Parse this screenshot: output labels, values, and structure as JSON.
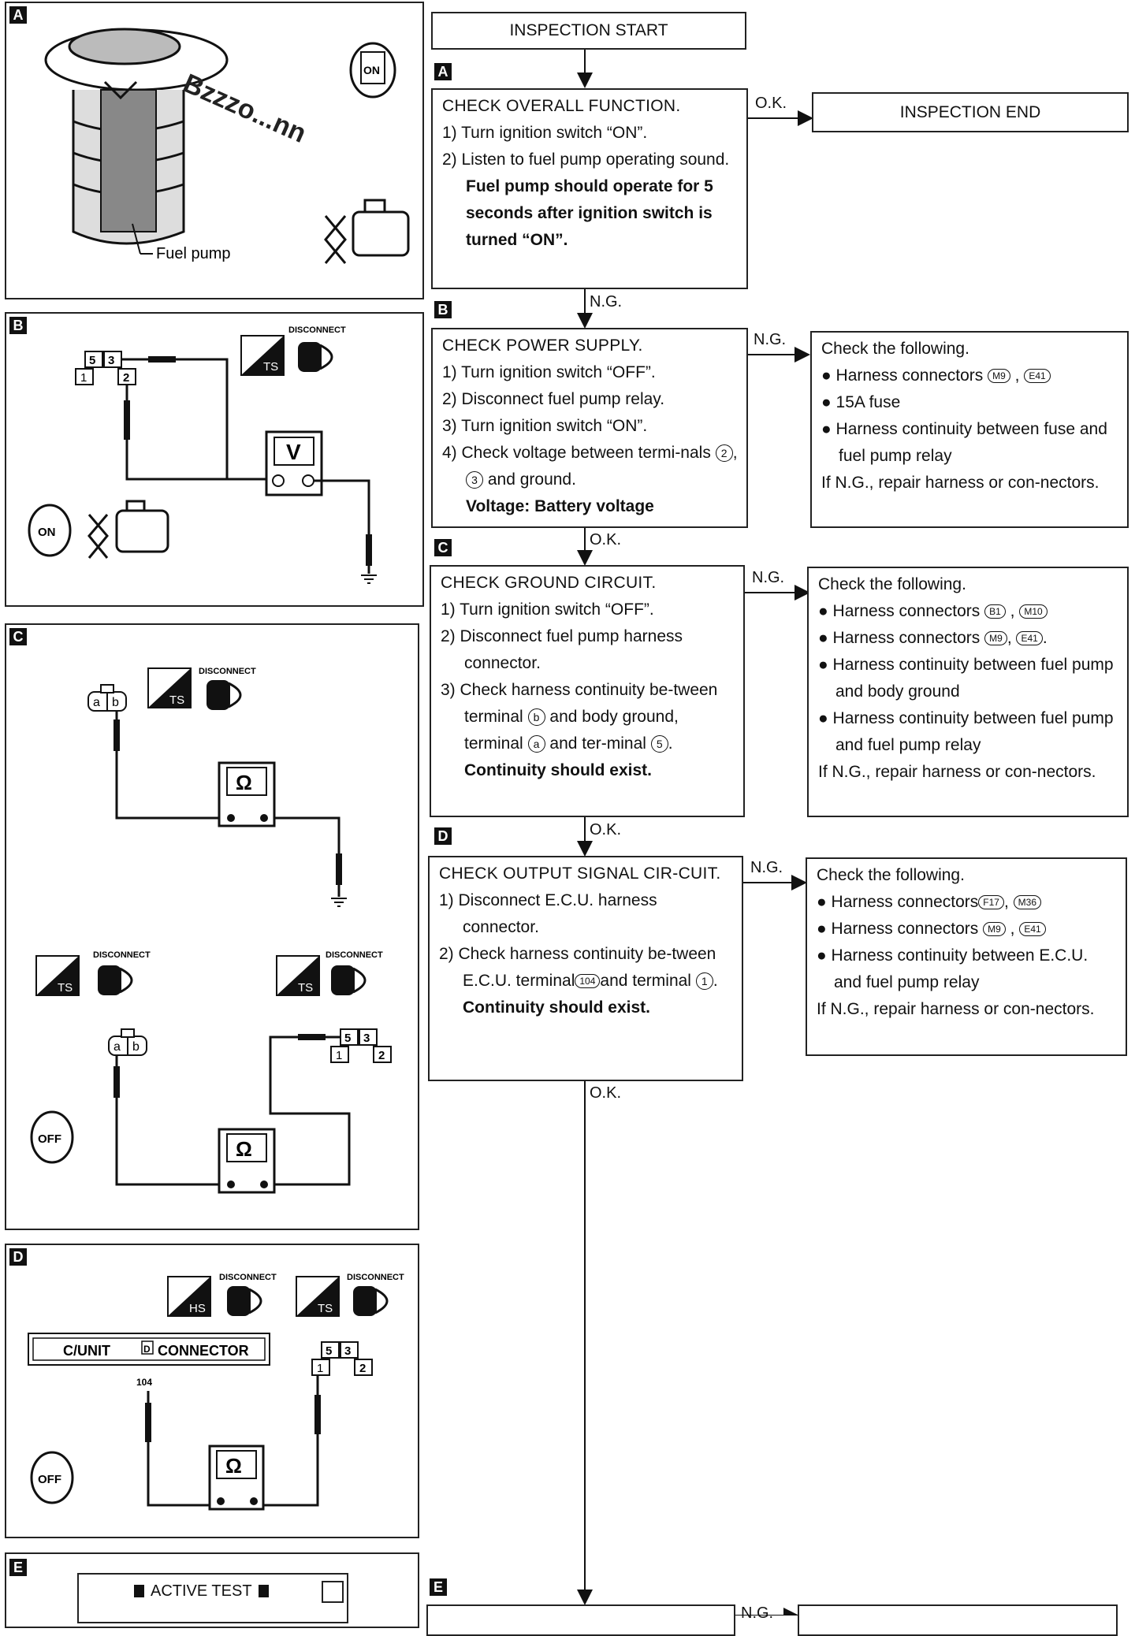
{
  "panels": {
    "A": {
      "tag": "A",
      "fuel_pump_label": "Fuel pump",
      "sound_text": "Bzzzo...nn",
      "key_label": "ON"
    },
    "B": {
      "tag": "B",
      "disconnect_label": "DISCONNECT",
      "ts_label": "TS",
      "meter_label": "V",
      "key_label": "ON",
      "relay_pins": [
        "5",
        "3",
        "1",
        "2"
      ]
    },
    "C": {
      "tag": "C",
      "disconnect_label": "DISCONNECT",
      "ts_label": "TS",
      "meter_label": "Ω",
      "key_label": "OFF",
      "connector_pins": [
        "a",
        "b"
      ],
      "relay_pins": [
        "5",
        "3",
        "1",
        "2"
      ]
    },
    "D": {
      "tag": "D",
      "disconnect_label": "DISCONNECT",
      "hs_label": "HS",
      "ts_label": "TS",
      "meter_label": "Ω",
      "key_label": "OFF",
      "cunit_label": "C/UNIT",
      "d_label": "D",
      "connector_label": "CONNECTOR",
      "terminal_label": "104",
      "relay_pins": [
        "5",
        "3",
        "1",
        "2"
      ]
    },
    "E": {
      "tag": "E",
      "active_test_label": "ACTIVE TEST"
    }
  },
  "flow": {
    "start": "INSPECTION START",
    "end": "INSPECTION END",
    "ok": "O.K.",
    "ng": "N.G.",
    "step_a": {
      "tag": "A",
      "title": "CHECK OVERALL FUNCTION.",
      "s1": "1) Turn ignition switch “ON”.",
      "s2": "2) Listen to fuel pump operating sound.",
      "bold": "Fuel pump should operate for 5 seconds after ignition switch is turned “ON”."
    },
    "step_b": {
      "tag": "B",
      "title": "CHECK POWER SUPPLY.",
      "s1": "1) Turn ignition switch “OFF”.",
      "s2": "2) Disconnect fuel pump relay.",
      "s3": "3) Turn ignition switch “ON”.",
      "s4a": "4) Check voltage between termi-nals",
      "s4_t1": "2",
      "s4_t2": "3",
      "s4b": "and ground.",
      "bold": "Voltage: Battery voltage",
      "check": {
        "title": "Check the following.",
        "i1": "Harness connectors",
        "i1_c1": "M9",
        "i1_c2": "E41",
        "i2": "15A fuse",
        "i3": "Harness continuity between fuse and fuel pump relay",
        "repair": "If N.G., repair harness or con-nectors."
      }
    },
    "step_c": {
      "tag": "C",
      "title": "CHECK GROUND CIRCUIT.",
      "s1": "1) Turn ignition switch “OFF”.",
      "s2": "2) Disconnect fuel pump harness connector.",
      "s3a": "3) Check harness continuity be-tween terminal",
      "s3_t1": "b",
      "s3b": "and body ground, terminal",
      "s3_t2": "a",
      "s3c": "and ter-minal",
      "s3_t3": "5",
      "bold": "Continuity should exist.",
      "check": {
        "title": "Check the following.",
        "i1": "Harness connectors",
        "i1_c1": "B1",
        "i1_c2": "M10",
        "i2": "Harness connectors",
        "i2_c1": "M9",
        "i2_c2": "E41",
        "i3": "Harness continuity between fuel pump and body ground",
        "i4": "Harness continuity between fuel pump and fuel pump relay",
        "repair": "If N.G., repair harness or con-nectors."
      }
    },
    "step_d": {
      "tag": "D",
      "title": "CHECK OUTPUT SIGNAL CIR-CUIT.",
      "s1": "1) Disconnect E.C.U. harness connector.",
      "s2a": "2) Check harness continuity be-tween E.C.U. terminal",
      "s2_t1": "104",
      "s2b": "and terminal",
      "s2_t2": "1",
      "bold": "Continuity should exist.",
      "check": {
        "title": "Check the following.",
        "i1": "Harness connectors",
        "i1_c1": "F17",
        "i1_c2": "M36",
        "i2": "Harness connectors",
        "i2_c1": "M9",
        "i2_c2": "E41",
        "i3": "Harness continuity between E.C.U. and fuel pump relay",
        "repair": "If N.G., repair harness or con-nectors."
      }
    },
    "step_e": {
      "tag": "E"
    }
  }
}
